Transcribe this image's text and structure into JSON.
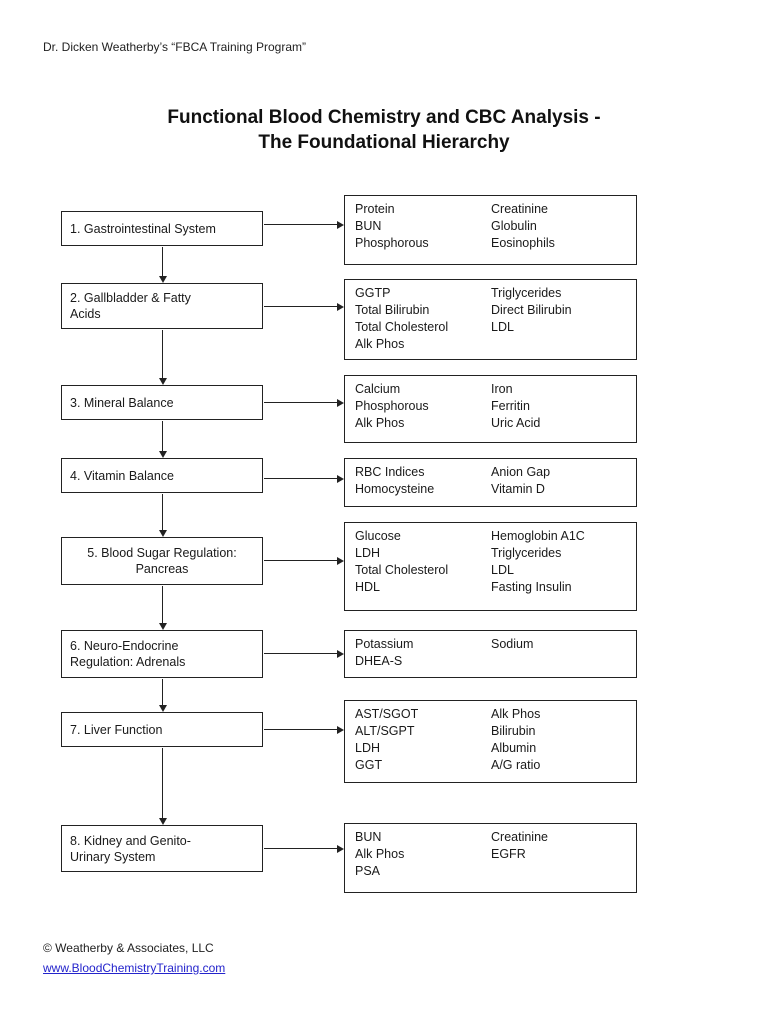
{
  "header": {
    "text": "Dr. Dicken Weatherby’s “FBCA Training Program”"
  },
  "title": {
    "line1": "Functional Blood Chemistry and CBC Analysis -",
    "line2": "The Foundational Hierarchy"
  },
  "sections": [
    {
      "label": "1. Gastrointestinal System",
      "col1": [
        "Protein",
        "BUN",
        "Phosphorous"
      ],
      "col2": [
        "Creatinine",
        "Globulin",
        "Eosinophils"
      ]
    },
    {
      "label": "2. Gallbladder & Fatty\nAcids",
      "col1": [
        "GGTP",
        "Total Bilirubin",
        "Total Cholesterol",
        "Alk Phos"
      ],
      "col2": [
        "Triglycerides",
        "Direct Bilirubin",
        "LDL"
      ]
    },
    {
      "label": "3. Mineral Balance",
      "col1": [
        "Calcium",
        "Phosphorous",
        "Alk Phos"
      ],
      "col2": [
        "Iron",
        "Ferritin",
        "Uric Acid"
      ]
    },
    {
      "label": "4. Vitamin Balance",
      "col1": [
        "RBC Indices",
        "Homocysteine"
      ],
      "col2": [
        "Anion Gap",
        "Vitamin D"
      ]
    },
    {
      "label": "5. Blood Sugar Regulation:\nPancreas",
      "col1": [
        "Glucose",
        "LDH",
        "Total Cholesterol",
        "HDL"
      ],
      "col2": [
        "Hemoglobin A1C",
        "Triglycerides",
        "LDL",
        "Fasting Insulin"
      ]
    },
    {
      "label": "6. Neuro-Endocrine\nRegulation: Adrenals",
      "col1": [
        "Potassium",
        "DHEA-S"
      ],
      "col2": [
        "Sodium"
      ]
    },
    {
      "label": "7. Liver Function",
      "col1": [
        "AST/SGOT",
        "ALT/SGPT",
        "LDH",
        "GGT"
      ],
      "col2": [
        "Alk Phos",
        "Bilirubin",
        "Albumin",
        "A/G ratio"
      ]
    },
    {
      "label": "8. Kidney and Genito-\nUrinary System",
      "col1": [
        "BUN",
        "Alk Phos",
        "PSA"
      ],
      "col2": [
        "Creatinine",
        "EGFR"
      ]
    }
  ],
  "footer": {
    "copyright": "© Weatherby & Associates, LLC",
    "link": "www.BloodChemistryTraining.com"
  }
}
